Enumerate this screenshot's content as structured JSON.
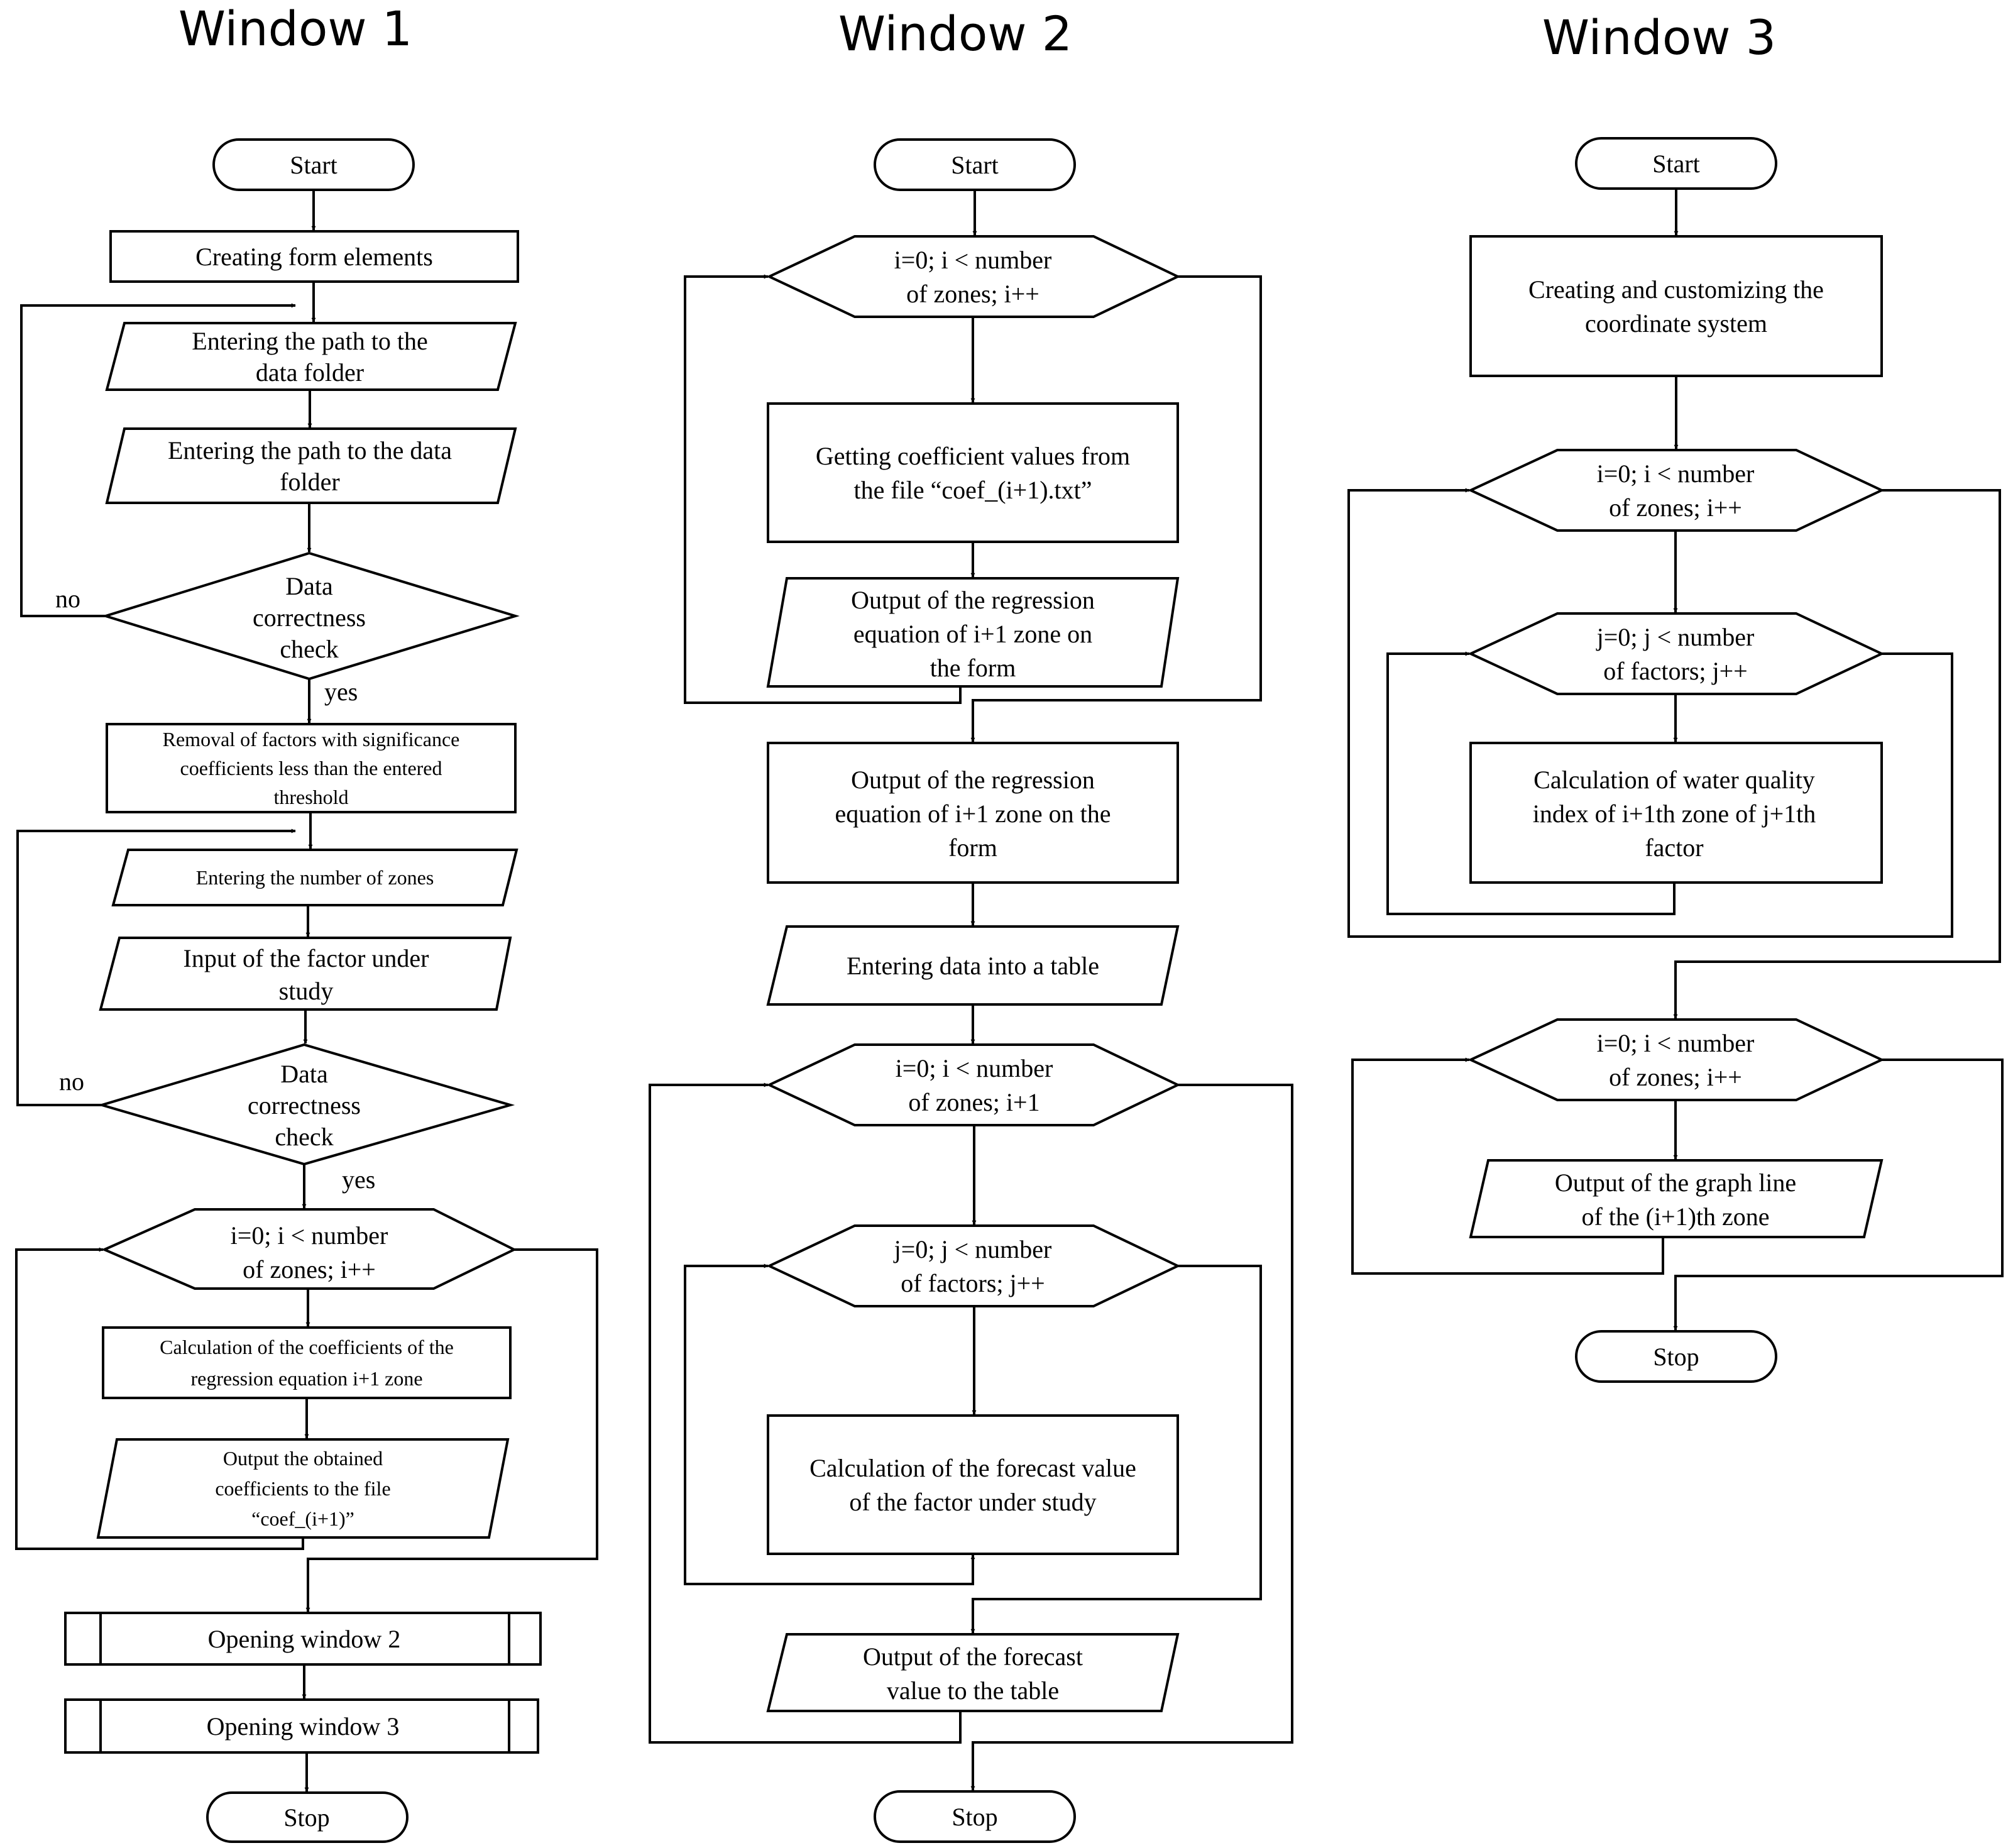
{
  "window1": {
    "title": "Window 1",
    "start": "Start",
    "create_form": [
      "Creating form elements"
    ],
    "enter_path_1": [
      "Entering the path to the",
      "data folder"
    ],
    "enter_path_2": [
      "Entering the path to the data",
      "folder"
    ],
    "check_1": [
      "Data",
      "correctness",
      "check"
    ],
    "no_1": "no",
    "yes_1": "yes",
    "removal": [
      "Removal of factors with significance",
      "coefficients less than the entered",
      "threshold"
    ],
    "enter_zones": [
      "Entering the number of zones"
    ],
    "input_factor": [
      "Input of the factor under",
      "study"
    ],
    "check_2": [
      "Data",
      "correctness",
      "check"
    ],
    "no_2": "no",
    "yes_2": "yes",
    "loop": [
      "i=0; i < number",
      "of zones; i++"
    ],
    "calc_coef": [
      "Calculation of the coefficients of the",
      "regression equation i+1 zone"
    ],
    "output_coef": [
      "Output the obtained",
      "coefficients to the file",
      "“coef_(i+1)”"
    ],
    "open_w2": [
      "Opening window 2"
    ],
    "open_w3": [
      "Opening window 3"
    ],
    "stop": "Stop"
  },
  "window2": {
    "title": "Window 2",
    "start": "Start",
    "loop_1": [
      "i=0; i < number",
      "of zones; i++"
    ],
    "get_coef": [
      "Getting coefficient values from",
      "the file “coef_(i+1).txt”"
    ],
    "output_eq_1": [
      "Output of the regression",
      "equation of i+1 zone on",
      "the form"
    ],
    "output_eq_2": [
      "Output of the regression",
      "equation of i+1 zone on the",
      "form"
    ],
    "enter_table": [
      "Entering data into a table"
    ],
    "loop_2": [
      "i=0; i < number",
      "of zones; i+1"
    ],
    "loop_3": [
      "j=0; j < number",
      "of factors; j++"
    ],
    "calc_forecast": [
      "Calculation of the forecast value",
      "of the factor under study"
    ],
    "output_forecast": [
      "Output of the forecast",
      "value to the table"
    ],
    "stop": "Stop"
  },
  "window3": {
    "title": "Window 3",
    "start": "Start",
    "create_coord": [
      "Creating and customizing the",
      "coordinate system"
    ],
    "loop_1": [
      "i=0; i < number",
      "of zones; i++"
    ],
    "loop_2": [
      "j=0; j < number",
      "of factors; j++"
    ],
    "calc_wqi": [
      "Calculation of water quality",
      "index of i+1th zone of j+1th",
      "factor"
    ],
    "loop_3": [
      "i=0; i < number",
      "of zones; i++"
    ],
    "output_graph": [
      "Output of the graph line",
      "of the (i+1)th zone"
    ],
    "stop": "Stop"
  }
}
